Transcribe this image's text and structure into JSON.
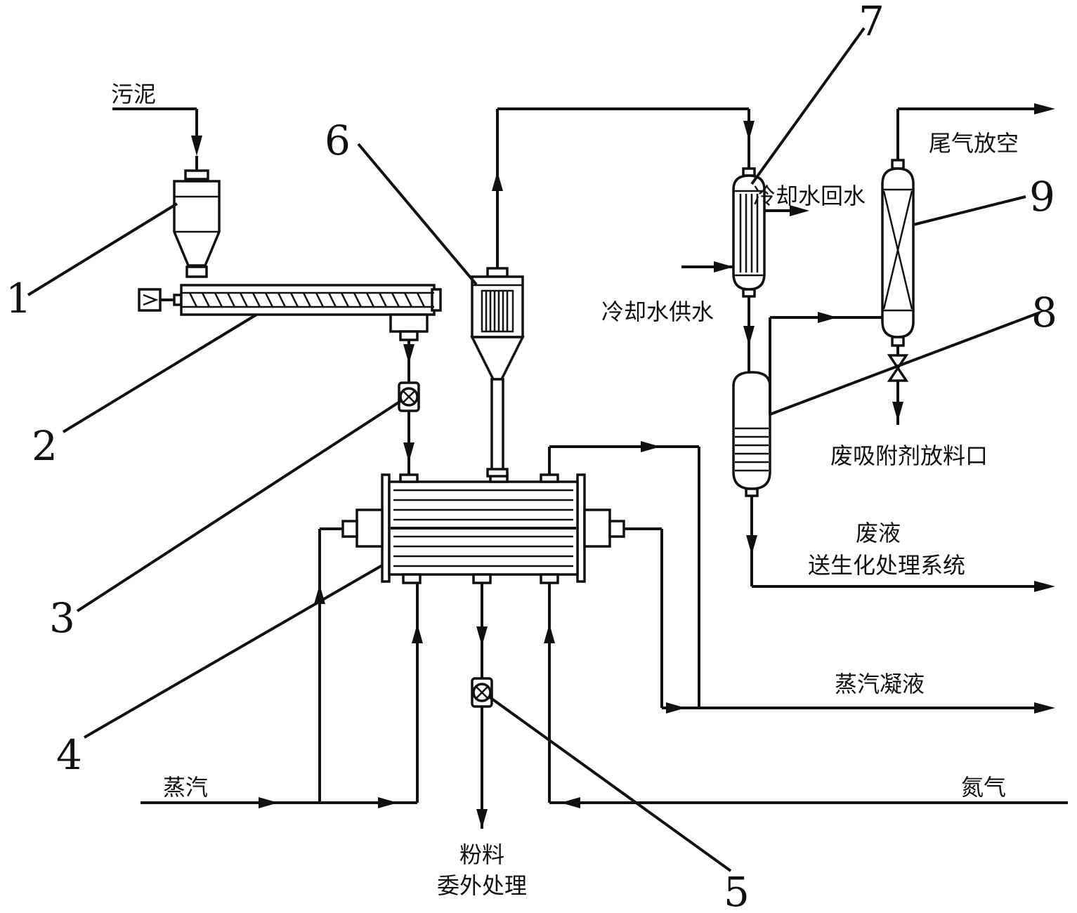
{
  "labels": {
    "sludge": "污泥",
    "steam": "蒸汽",
    "nitrogen": "氮气",
    "powder_line1": "粉料",
    "powder_line2": "委外处理",
    "steam_condensate": "蒸汽凝液",
    "cooling_water_return": "冷却水回水",
    "cooling_water_supply": "冷却水供水",
    "tail_gas_vent": "尾气放空",
    "waste_adsorbent_outlet": "废吸附剂放料口",
    "waste_liquid_line1": "废液",
    "waste_liquid_line2": "送生化处理系统"
  },
  "callouts": {
    "n1": "1",
    "n2": "2",
    "n3": "3",
    "n4": "4",
    "n5": "5",
    "n6": "6",
    "n7": "7",
    "n8": "8",
    "n9": "9"
  }
}
